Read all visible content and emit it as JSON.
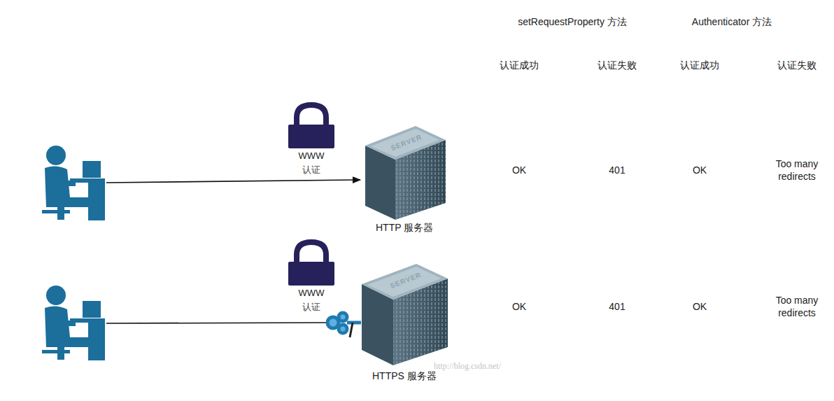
{
  "diagram": {
    "nodes": [
      {
        "text": [
          "HTTP 服务器"
        ]
      },
      {
        "text": [
          "HTTPS 服务器"
        ]
      }
    ],
    "labels": [
      "setRequestProperty 方法",
      "Authenticator 方法",
      "认证成功",
      "认证失败",
      "认证成功",
      "认证失败",
      "WWW",
      "认证",
      "OK",
      "401",
      "OK",
      "Too many redirects",
      "WWW",
      "认证",
      "OK",
      "401",
      "OK",
      "Too many redirects",
      "http://blog.csdn.net/",
      "SERVER",
      "SERVER"
    ]
  }
}
